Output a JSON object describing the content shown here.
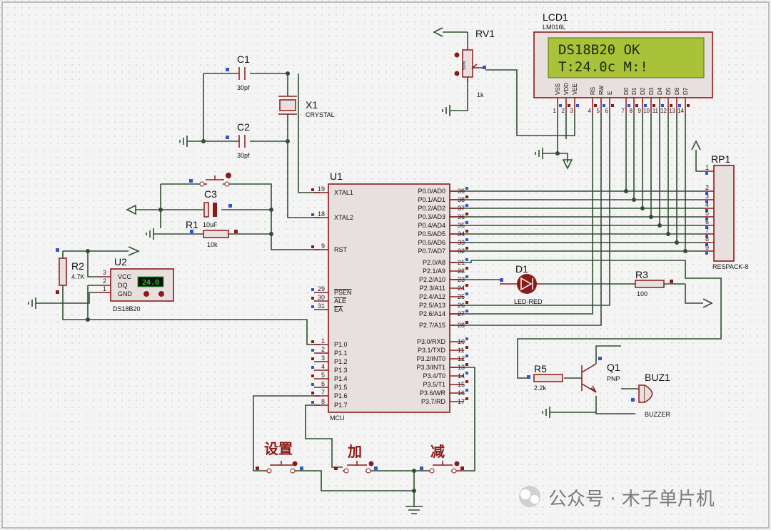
{
  "components": {
    "lcd": {
      "ref": "LCD1",
      "part": "LM016L",
      "line1": "DS18B20  OK",
      "line2": "T:24.0c   M:!",
      "pins": [
        "VSS",
        "VDD",
        "VEE",
        "RS",
        "RW",
        "E",
        "D0",
        "D1",
        "D2",
        "D3",
        "D4",
        "D5",
        "D6",
        "D7"
      ],
      "pin_numbers": [
        "1",
        "2",
        "3",
        "4",
        "5",
        "6",
        "7",
        "8",
        "9",
        "10",
        "11",
        "12",
        "13",
        "14"
      ]
    },
    "rv1": {
      "ref": "RV1",
      "value": "1k",
      "pct": "50%"
    },
    "c1": {
      "ref": "C1",
      "value": "30pf"
    },
    "c2": {
      "ref": "C2",
      "value": "30pf"
    },
    "x1": {
      "ref": "X1",
      "value": "CRYSTAL"
    },
    "c3": {
      "ref": "C3",
      "value": "10uF"
    },
    "r1": {
      "ref": "R1",
      "value": "10k"
    },
    "r2": {
      "ref": "R2",
      "value": "4.7K"
    },
    "u2": {
      "ref": "U2",
      "part": "DS18B20",
      "reading": "24.0",
      "pins": [
        "VCC",
        "DQ",
        "GND"
      ],
      "pin_numbers": [
        "3",
        "2",
        "1"
      ]
    },
    "u1": {
      "ref": "U1",
      "part": "MCU",
      "left": [
        {
          "n": "19",
          "l": "XTAL1"
        },
        {
          "n": "18",
          "l": "XTAL2"
        },
        {
          "n": "9",
          "l": "RST"
        },
        {
          "n": "29",
          "l": "PSEN"
        },
        {
          "n": "30",
          "l": "ALE"
        },
        {
          "n": "31",
          "l": "EA"
        },
        {
          "n": "1",
          "l": "P1.0"
        },
        {
          "n": "2",
          "l": "P1.1"
        },
        {
          "n": "3",
          "l": "P1.2"
        },
        {
          "n": "4",
          "l": "P1.3"
        },
        {
          "n": "5",
          "l": "P1.4"
        },
        {
          "n": "6",
          "l": "P1.5"
        },
        {
          "n": "7",
          "l": "P1.6"
        },
        {
          "n": "8",
          "l": "P1.7"
        }
      ],
      "right": [
        {
          "n": "39",
          "l": "P0.0/AD0"
        },
        {
          "n": "38",
          "l": "P0.1/AD1"
        },
        {
          "n": "37",
          "l": "P0.2/AD2"
        },
        {
          "n": "36",
          "l": "P0.3/AD3"
        },
        {
          "n": "35",
          "l": "P0.4/AD4"
        },
        {
          "n": "34",
          "l": "P0.5/AD5"
        },
        {
          "n": "33",
          "l": "P0.6/AD6"
        },
        {
          "n": "32",
          "l": "P0.7/AD7"
        },
        {
          "n": "21",
          "l": "P2.0/A8"
        },
        {
          "n": "22",
          "l": "P2.1/A9"
        },
        {
          "n": "23",
          "l": "P2.2/A10"
        },
        {
          "n": "24",
          "l": "P2.3/A11"
        },
        {
          "n": "25",
          "l": "P2.4/A12"
        },
        {
          "n": "26",
          "l": "P2.5/A13"
        },
        {
          "n": "27",
          "l": "P2.6/A14"
        },
        {
          "n": "28",
          "l": "P2.7/A15"
        },
        {
          "n": "10",
          "l": "P3.0/RXD"
        },
        {
          "n": "11",
          "l": "P3.1/TXD"
        },
        {
          "n": "12",
          "l": "P3.2/INT0"
        },
        {
          "n": "13",
          "l": "P3.3/INT1"
        },
        {
          "n": "14",
          "l": "P3.4/T0"
        },
        {
          "n": "15",
          "l": "P3.5/T1"
        },
        {
          "n": "16",
          "l": "P3.6/WR"
        },
        {
          "n": "17",
          "l": "P3.7/RD"
        }
      ]
    },
    "rp1": {
      "ref": "RP1",
      "part": "RESPACK-8",
      "pin_numbers": [
        "1",
        "2",
        "3",
        "4",
        "5",
        "6",
        "7",
        "8",
        "9"
      ]
    },
    "d1": {
      "ref": "D1",
      "part": "LED-RED"
    },
    "r3": {
      "ref": "R3",
      "value": "100"
    },
    "r5": {
      "ref": "R5",
      "value": "2.2k"
    },
    "q1": {
      "ref": "Q1",
      "part": "PNP"
    },
    "buz1": {
      "ref": "BUZ1",
      "part": "BUZZER"
    }
  },
  "buttons": {
    "set": "设置",
    "add": "加",
    "sub": "减"
  },
  "watermark": {
    "text": "公众号 · 木子单片机"
  },
  "colors": {
    "wire": "#2f4f2f",
    "component": "#8b1a1a",
    "body": "#e7e0df",
    "lcd_screen": "#a9c23a",
    "pin_marker": "#3355cc"
  }
}
